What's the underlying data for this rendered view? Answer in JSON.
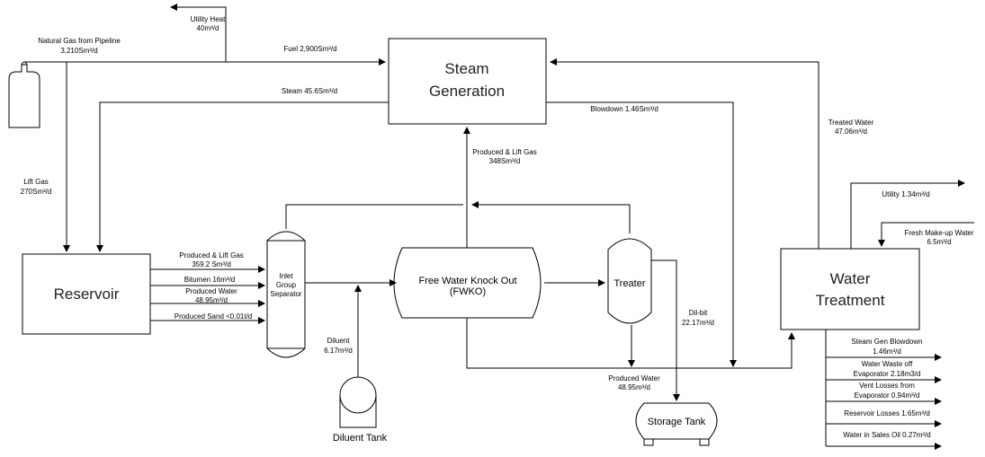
{
  "units": {
    "steam_generation": "Steam Generation",
    "reservoir": "Reservoir",
    "water_treatment": "Water Treatment",
    "inlet_separator": "Inlet Group Separator",
    "fwko": "Free Water Knock Out (FWKO)",
    "treater": "Treater",
    "storage_tank": "Storage Tank",
    "diluent_tank": "Diluent Tank"
  },
  "streams": {
    "natural_gas": "Natural Gas from Pipeline 3,210Sm³/d",
    "utility_heat": "Utility Heat 40m³/d",
    "fuel": "Fuel 2,900Sm³/d",
    "steam": "Steam 45.6Sm³/d",
    "lift_gas": "Lift Gas 270Sm³/d",
    "blowdown": "Blowdown 1.46Sm³/d",
    "produced_lift_gas_top": "Produced & Lift Gas 348Sm³/d",
    "treated_water": "Treated Water 47.06m³/d",
    "utility_out": "Utility 1.34m³/d",
    "fresh_makeup": "Fresh Make-up Water 6.5m³/d",
    "produced_lift_gas_res": "Produced & Lift Gas 359.2 Sm³/d",
    "bitumen": "Bitumen 16m³/d",
    "produced_water_res": "Produced Water 48.95m³/d",
    "produced_sand": "Produced Sand <0.01t/d",
    "diluent": "Diluent 6.17m³/d",
    "dilbit": "Dil-bit 22.17m³/d",
    "produced_water_fwko": "Produced Water 48.95m³/d",
    "steam_gen_blowdown": "Steam Gen Blowdown 1.46m³/d",
    "water_waste": "Water Waste off Evaporator 2.18m3/d",
    "vent_losses": "Vent Losses from Evaporator 0.94m³/d",
    "reservoir_losses": "Reservoir Losses 1.65m³/d",
    "water_sales_oil": "Water in Sales Oil 0.27m³/d"
  }
}
